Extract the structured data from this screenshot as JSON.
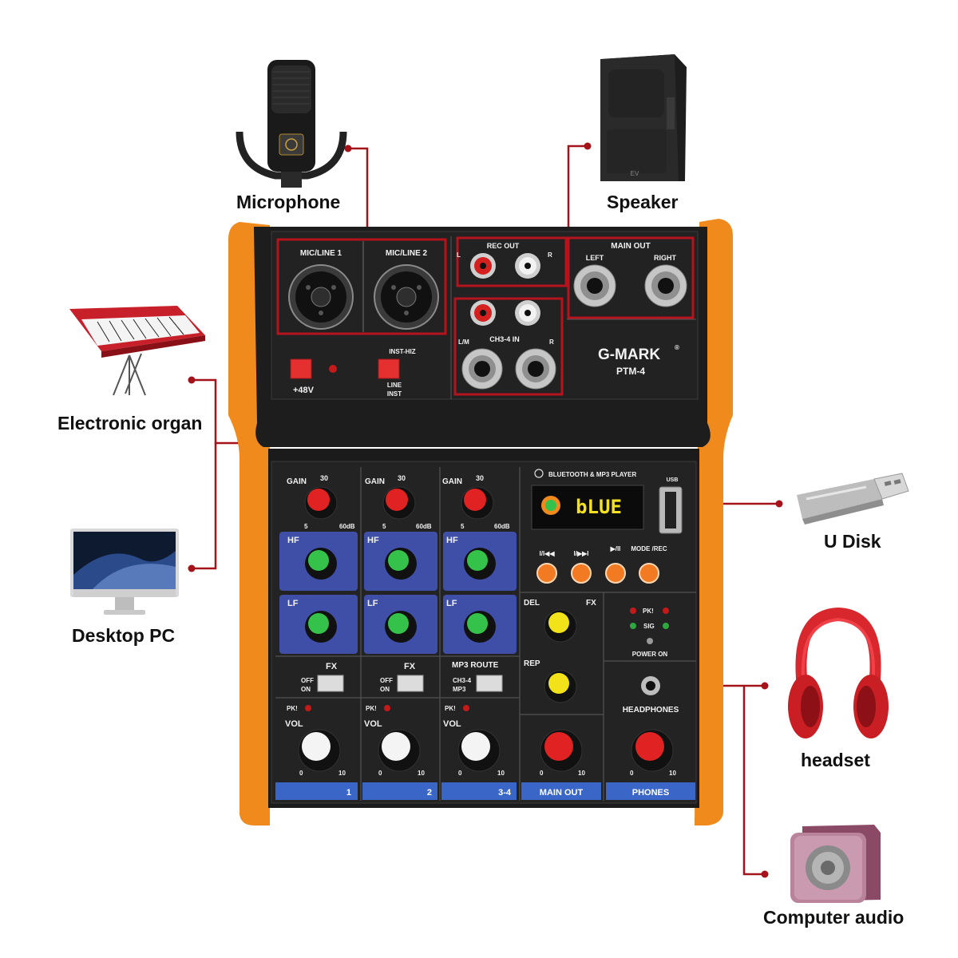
{
  "devices": {
    "microphone": "Microphone",
    "speaker": "Speaker",
    "organ": "Electronic organ",
    "desktop": "Desktop PC",
    "udisk": "U Disk",
    "headset": "headset",
    "computer_audio": "Computer audio"
  },
  "mixer": {
    "brand": "G-MARK",
    "brand_mark": "®",
    "model": "PTM-4",
    "inputs": {
      "mic1": "MIC/LINE 1",
      "mic2": "MIC/LINE 2",
      "phantom": "+48V",
      "inst_hiz": "INST-HIZ",
      "line": "LINE",
      "inst": "INST"
    },
    "rec_out": {
      "title": "REC OUT",
      "left": "L",
      "right": "R"
    },
    "ch34_in": {
      "title": "CH3-4 IN",
      "left": "L/M",
      "right": "R"
    },
    "main_out": {
      "title": "MAIN OUT",
      "left": "LEFT",
      "right": "RIGHT"
    },
    "player": {
      "title": "BLUETOOTH & MP3 PLAYER",
      "usb": "USB",
      "display": "bLUE",
      "buttons": [
        "I/I◀◀",
        "I/▶▶I",
        "▶/II",
        "MODE /REC"
      ]
    },
    "channel_strip": {
      "gain": "GAIN",
      "gain_mid": "30",
      "gain_min": "5",
      "gain_max": "60dB",
      "hf": "HF",
      "lf": "LF",
      "fx": "FX",
      "off": "OFF",
      "on": "ON",
      "pk": "PK!",
      "vol": "VOL",
      "vol_min": "0",
      "vol_max": "10",
      "mp3_route": "MP3 ROUTE",
      "route_a": "CH3-4",
      "route_b": "MP3"
    },
    "fx_section": {
      "del": "DEL",
      "fx": "FX",
      "rep": "REP"
    },
    "indicators": {
      "pk": "PK!",
      "sig": "SIG",
      "power": "POWER ON"
    },
    "headphones": "HEADPHONES",
    "strip_labels": [
      "1",
      "2",
      "3-4",
      "MAIN OUT",
      "PHONES"
    ]
  },
  "colors": {
    "frame": "#f08a1c",
    "panel": "#1e1e1f",
    "eq_panel": "#3f4fa8",
    "label_bar": "#3a66c8",
    "connector_line": "#a4121a",
    "knob_gain": "#e02222",
    "knob_eq": "#34c24a",
    "knob_fx": "#f1e21a",
    "knob_vol": "#f4f4f4",
    "button_orange": "#f27a22"
  }
}
